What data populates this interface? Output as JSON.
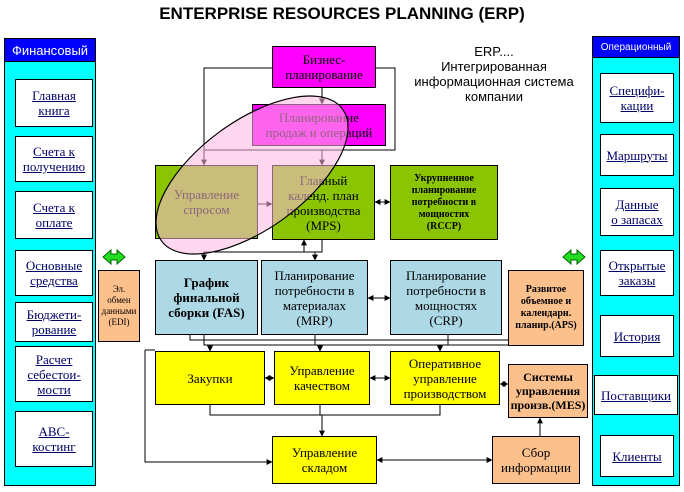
{
  "title": "ENTERPRISE RESOURCES PLANNING (ERP)",
  "note": [
    "ERP....",
    "Интегрированная",
    "информационная система",
    "компании"
  ],
  "left_panel": {
    "header": "Финансовый",
    "items": [
      [
        "Главная",
        "книга"
      ],
      [
        "Счета к",
        "получению"
      ],
      [
        "Счета к",
        "оплате"
      ],
      [
        "Основные",
        "средства"
      ],
      [
        "Бюджети-",
        "рование"
      ],
      [
        "Расчет",
        "себестои-",
        "мости"
      ],
      [
        "ABC-",
        "костинг"
      ]
    ]
  },
  "right_panel": {
    "header": "Операционный",
    "items": [
      [
        "Специфи-",
        "кации"
      ],
      [
        "Маршруты"
      ],
      [
        "Данные",
        "о запасах"
      ],
      [
        "Открытые",
        "заказы"
      ],
      [
        "История"
      ],
      [
        "Поставщики"
      ],
      [
        "Клиенты"
      ]
    ]
  },
  "boxes": {
    "business": [
      "Бизнес-",
      "планирование"
    ],
    "sop": [
      "Планирование",
      "продаж и операций"
    ],
    "demand": [
      "Управление",
      "спросом"
    ],
    "mps": [
      "Главный",
      "календ. план",
      "производства",
      "(MPS)"
    ],
    "rccp": [
      "Укрупненное",
      "планирование",
      "потребности в",
      "мощностях",
      "(RCCP)"
    ],
    "fas": [
      "График",
      "финальной",
      "сборки (FAS)"
    ],
    "mrp": [
      "Планирование",
      "потребности в",
      "материалах",
      "(MRP)"
    ],
    "crp": [
      "Планирование",
      "потребности в",
      "мощностях",
      "(CRP)"
    ],
    "edi": [
      "Эл.",
      "обмен",
      "данными",
      "(EDI)"
    ],
    "aps": [
      "Развитое",
      "объемное и",
      "календарн.",
      "планир.(APS)"
    ],
    "purchasing": [
      "Закупки"
    ],
    "quality": [
      "Управление",
      "качеством"
    ],
    "operations": [
      "Оперативное",
      "управление",
      "производством"
    ],
    "mes": [
      "Системы",
      "управления",
      "произв.(MES)"
    ],
    "warehouse": [
      "Управление",
      "складом"
    ],
    "collect": [
      "Сбор",
      "информации"
    ]
  },
  "colors": {
    "panel": "#00ffff",
    "panel_header": "#0000ff",
    "yellow": "#ffff00",
    "green": "#8bc400",
    "magenta": "#ff00ff",
    "light_blue": "#add8e6",
    "peach": "#fbc08c",
    "ellipse": "#ffb6e0"
  }
}
